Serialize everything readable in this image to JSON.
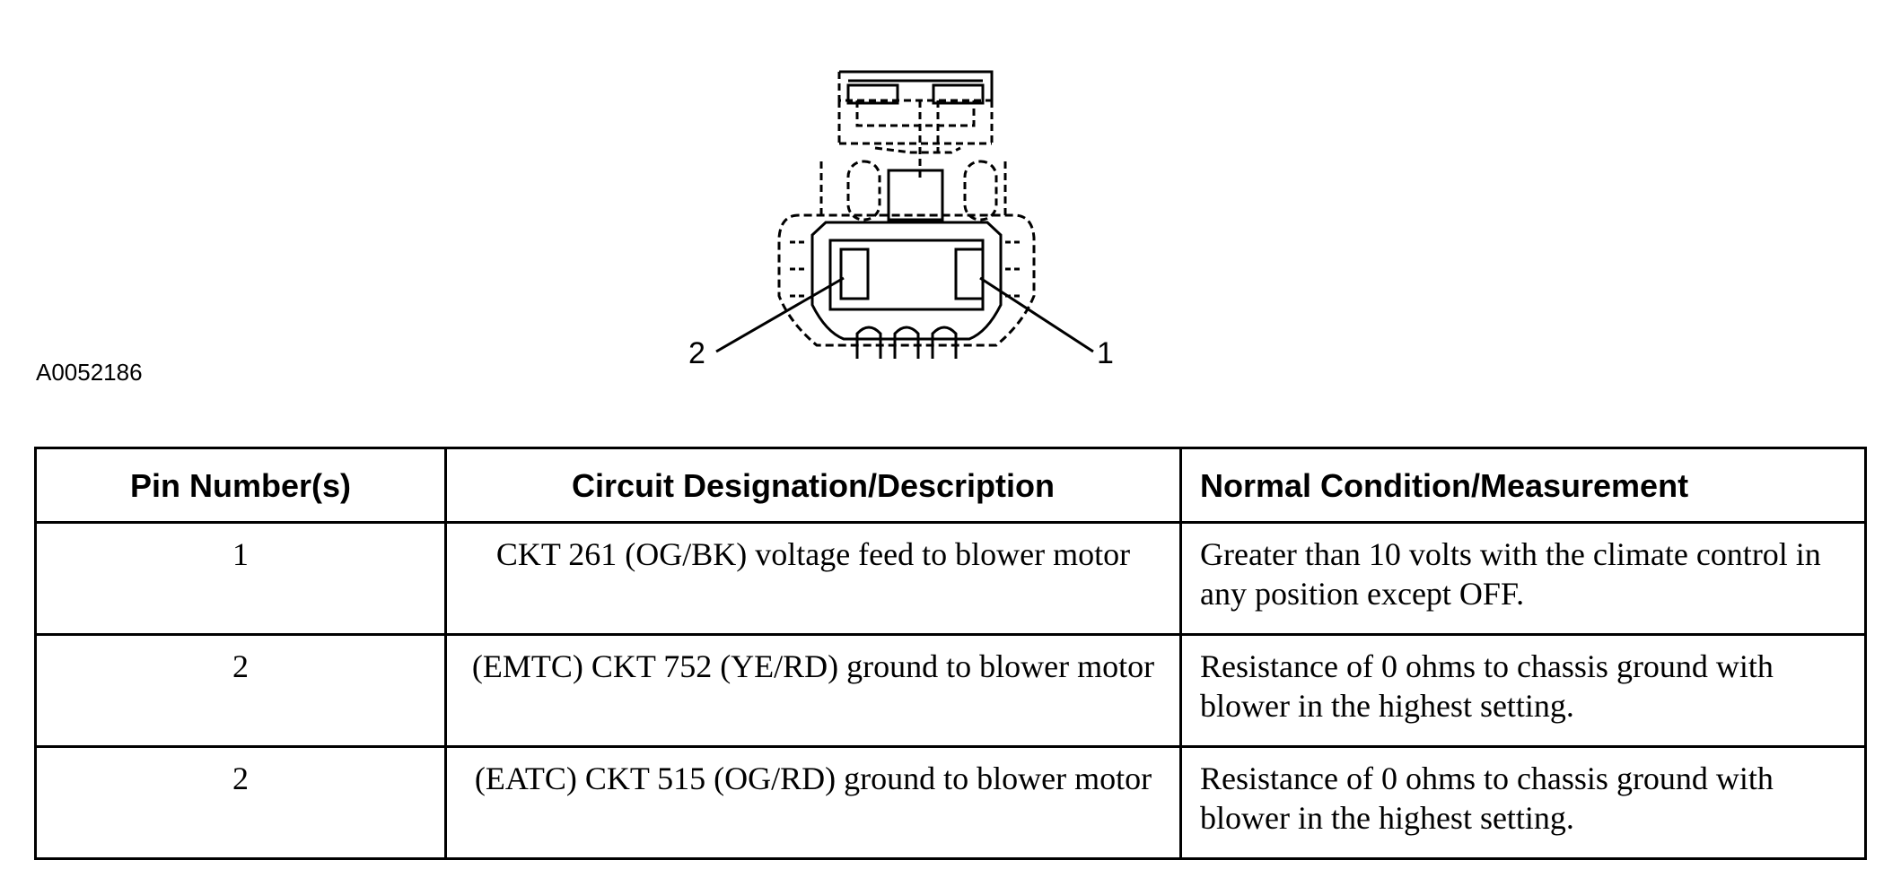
{
  "figure": {
    "id": "A0052186",
    "callouts": [
      "2",
      "1"
    ]
  },
  "table": {
    "headers": [
      "Pin Number(s)",
      "Circuit Designation/Description",
      "Normal Condition/Measurement"
    ],
    "rows": [
      {
        "pin": "1",
        "circuit": "CKT 261 (OG/BK) voltage feed to blower motor",
        "condition": "Greater than 10 volts with the climate control in any position except OFF."
      },
      {
        "pin": "2",
        "circuit": "(EMTC) CKT 752 (YE/RD) ground to blower motor",
        "condition": "Resistance of 0 ohms to chassis ground with blower in the highest setting."
      },
      {
        "pin": "2",
        "circuit": "(EATC) CKT 515 (OG/RD) ground to blower motor",
        "condition": "Resistance of 0 ohms to chassis ground with blower in the highest setting."
      }
    ]
  }
}
